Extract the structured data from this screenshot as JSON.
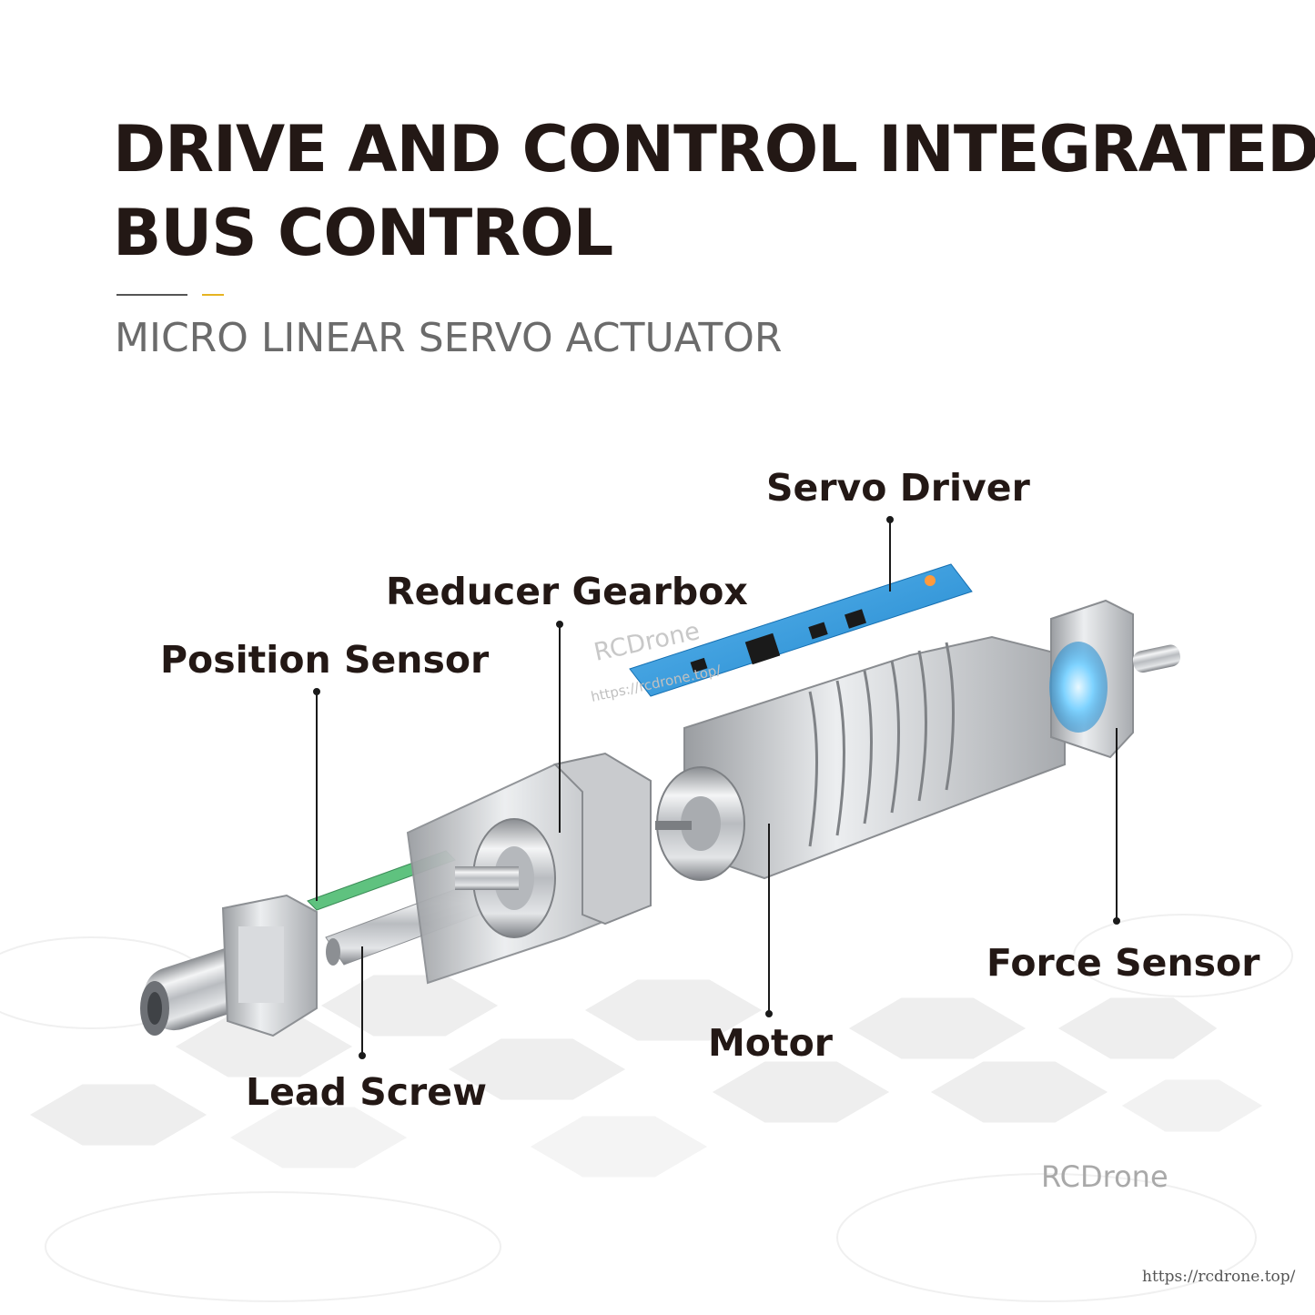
{
  "header": {
    "title_line1": "DRIVE AND CONTROL INTEGRATED",
    "title_line2": "BUS CONTROL",
    "subtitle": "MICRO LINEAR SERVO ACTUATOR",
    "accent_color": "#e6b422",
    "title_color": "#231815"
  },
  "labels": {
    "servo_driver": "Servo Driver",
    "reducer_gearbox": "Reducer Gearbox",
    "position_sensor": "Position Sensor",
    "force_sensor": "Force Sensor",
    "motor": "Motor",
    "lead_screw": "Lead Screw"
  },
  "watermarks": {
    "center_brand": "RCDrone",
    "center_url": "https://rcdrone.top/",
    "brand": "RCDrone",
    "url": "https://rcdrone.top/"
  },
  "colors": {
    "metal": "#c4c6c9",
    "pcb": "#2b9be0",
    "sensor_glow": "#5ec8ff",
    "sensor_board": "#5fc27f"
  }
}
